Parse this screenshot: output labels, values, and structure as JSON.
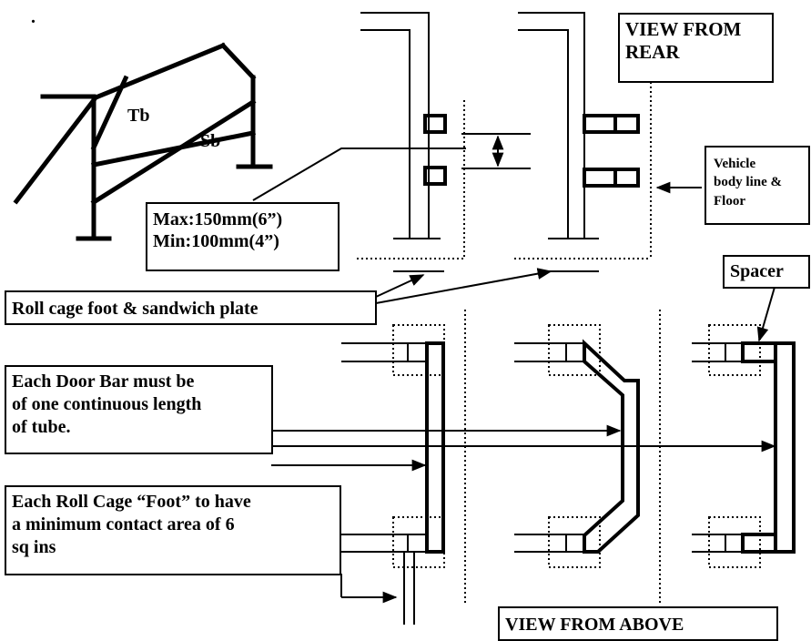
{
  "labels": {
    "corner_dot": ".",
    "tb": "Tb",
    "sb": "Sb",
    "view_rear": [
      "VIEW FROM",
      "REAR"
    ],
    "dimension": [
      "Max:150mm(6”)",
      "Min:100mm(4”)"
    ],
    "vehicle_body": [
      "Vehicle",
      "body line &",
      "Floor"
    ],
    "spacer": "Spacer",
    "foot_plate": "Roll cage foot & sandwich plate",
    "door_bar": [
      "Each Door Bar must be",
      "of one continuous length",
      "of tube."
    ],
    "foot_area": [
      "Each Roll Cage “Foot” to have",
      "a minimum contact area of 6",
      "sq ins"
    ],
    "view_above": "VIEW FROM ABOVE"
  },
  "colors": {
    "line": "#000000",
    "background": "#ffffff"
  },
  "icons": {
    "arrowhead": "arrowhead-icon"
  }
}
